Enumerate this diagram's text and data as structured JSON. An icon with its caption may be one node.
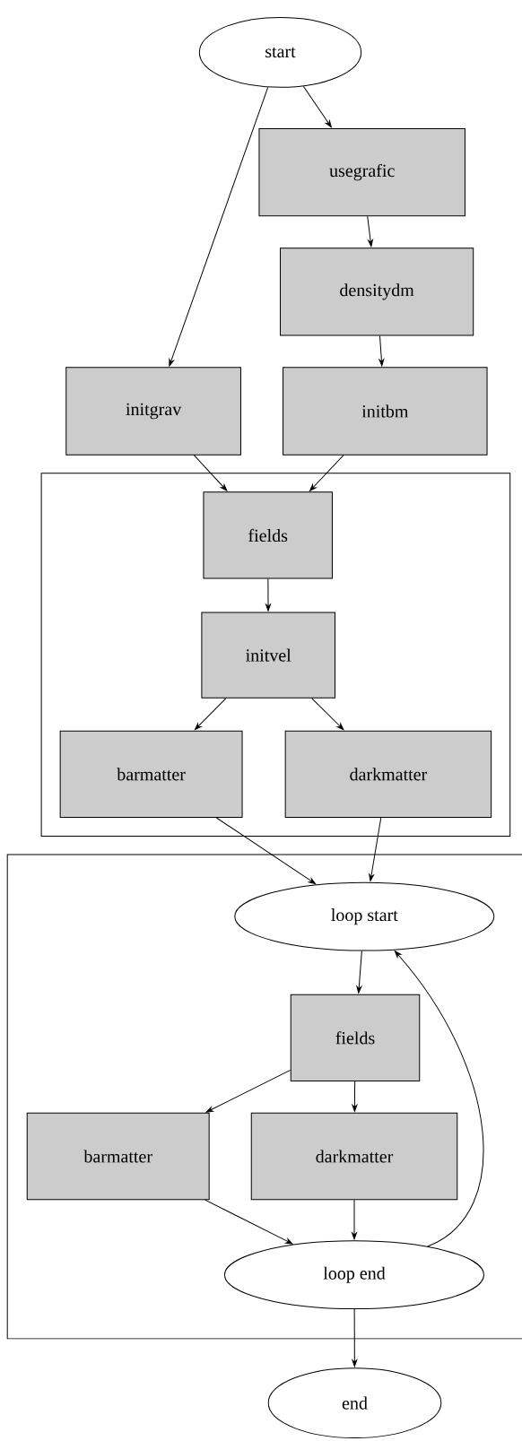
{
  "diagram": {
    "nodes": [
      {
        "text": [
          "start"
        ]
      },
      {
        "text": [
          "usegrafic"
        ]
      },
      {
        "text": [
          "densitydm"
        ]
      },
      {
        "text": [
          "initgrav"
        ]
      },
      {
        "text": [
          "initbm"
        ]
      },
      {
        "text": [],
        "shape": "box"
      },
      {
        "text": [
          "fields"
        ],
        "in": 5
      },
      {
        "text": [
          "initvel"
        ],
        "in": 5
      },
      {
        "text": [
          "barmatter"
        ],
        "in": 5
      },
      {
        "text": [
          "darkmatter"
        ],
        "in": 5
      },
      {
        "text": [],
        "shape": "box"
      },
      {
        "text": [
          "loop start"
        ],
        "in": 10
      },
      {
        "text": [
          "fields"
        ],
        "in": 10
      },
      {
        "text": [
          "barmatter"
        ],
        "in": 10
      },
      {
        "text": [
          "darkmatter"
        ],
        "in": 10
      },
      {
        "text": [
          "loop end"
        ],
        "in": 10
      },
      {
        "text": [
          "end"
        ]
      }
    ],
    "edges": [
      {
        "from": 0,
        "to": 1,
        "arrow": "to"
      },
      {
        "from": 0,
        "to": 3,
        "arrow": "to"
      },
      {
        "from": 1,
        "to": 2,
        "arrow": "to"
      },
      {
        "from": 2,
        "to": 4,
        "arrow": "to"
      },
      {
        "from": 3,
        "to": 6,
        "arrow": "to"
      },
      {
        "from": 4,
        "to": 6,
        "arrow": "to"
      },
      {
        "from": 6,
        "to": 7,
        "arrow": "to"
      },
      {
        "from": 7,
        "to": 8,
        "arrow": "to"
      },
      {
        "from": 7,
        "to": 9,
        "arrow": "to"
      },
      {
        "from": 8,
        "to": 11,
        "arrow": "to"
      },
      {
        "from": 9,
        "to": 11,
        "arrow": "to"
      },
      {
        "from": 11,
        "to": 12,
        "arrow": "to"
      },
      {
        "from": 12,
        "to": 13,
        "arrow": "to"
      },
      {
        "from": 12,
        "to": 14,
        "arrow": "to"
      },
      {
        "from": 13,
        "to": 15,
        "arrow": "to"
      },
      {
        "from": 14,
        "to": 15,
        "arrow": "to"
      },
      {
        "from": 15,
        "to": 11,
        "arrow": "to"
      },
      {
        "from": 15,
        "to": 16,
        "arrow": "to"
      }
    ]
  }
}
